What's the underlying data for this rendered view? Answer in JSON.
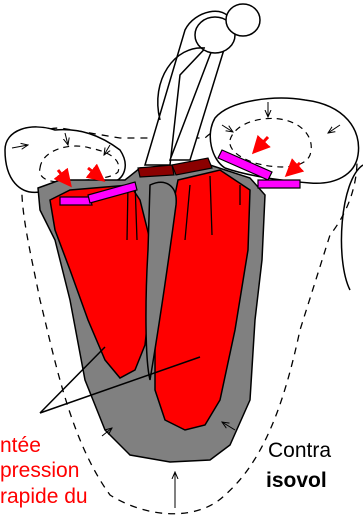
{
  "labels": {
    "left_line1": "ntée",
    "left_line2": "pression",
    "left_line3": "rapide du",
    "right_line1": "Contra",
    "right_line2": "isovol"
  },
  "colors": {
    "ventricle_cavity": "#ff0000",
    "myocardium_wall": "#808080",
    "valve": "#ff00ff",
    "valve_arrow": "#ff0000",
    "semilunar_valve": "#8b0000",
    "label_left": "#ff0000",
    "label_right": "#000000"
  },
  "icons": [
    "red-arrow-icon",
    "black-arrow-icon"
  ]
}
